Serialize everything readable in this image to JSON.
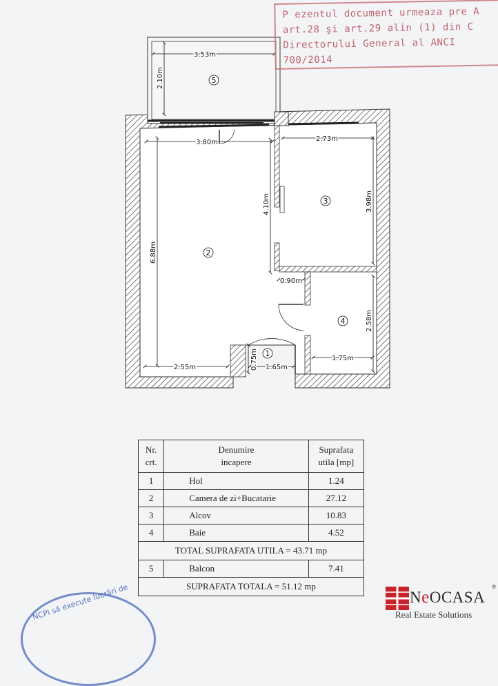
{
  "stamp": {
    "line1": "P ezentul document urmeaza pre A",
    "line2": "art.28 şi art.29 alin (1) din C",
    "line3": "Directorului General al ANCI",
    "line4": "700/2014"
  },
  "plan": {
    "dimensions": {
      "balcony_width": "3.53m",
      "balcony_depth": "2.10m",
      "living_width": "3.80m",
      "living_height": "6.88m",
      "partition_length": "4.10m",
      "alcove_width": "2.73m",
      "alcove_height": "3.98m",
      "niche_width": "0.90m",
      "bath_height": "2.58m",
      "bath_width": "1.75m",
      "bottom_left_width": "2.55m",
      "hall_depth": "0.75m",
      "hall_width": "1.65m"
    },
    "room_numbers": {
      "r1": "1",
      "r2": "2",
      "r3": "3",
      "r4": "4",
      "r5": "5"
    }
  },
  "table": {
    "headers": {
      "nr_line1": "Nr.",
      "nr_line2": "crt.",
      "name_line1": "Denumire",
      "name_line2": "incapere",
      "area_line1": "Suprafata",
      "area_line2": "utila [mp]"
    },
    "rows": [
      {
        "nr": "1",
        "name": "Hol",
        "area": "1.24"
      },
      {
        "nr": "2",
        "name": "Camera de zi+Bucatarie",
        "area": "27.12"
      },
      {
        "nr": "3",
        "name": "Alcov",
        "area": "10.83"
      },
      {
        "nr": "4",
        "name": "Baie",
        "area": "4.52"
      }
    ],
    "total_useful": "TOTAL SUPRAFATA UTILA = 43.71 mp",
    "balcony_row": {
      "nr": "5",
      "name": "Balcon",
      "area": "7.41"
    },
    "total_area": "SUPRAFATA TOTALA = 51.12 mp"
  },
  "logo": {
    "name_first": "N",
    "name_e": "e",
    "name_rest": "OCASA",
    "reg": "®",
    "tagline": "Real Estate Solutions"
  },
  "seal": {
    "text": "NCPI să execute lucrări de"
  },
  "colors": {
    "wall_hatch": "#555555",
    "stamp_red": "#b84a55",
    "logo_red": "#c8222a",
    "seal_blue": "#3f5fb8"
  }
}
